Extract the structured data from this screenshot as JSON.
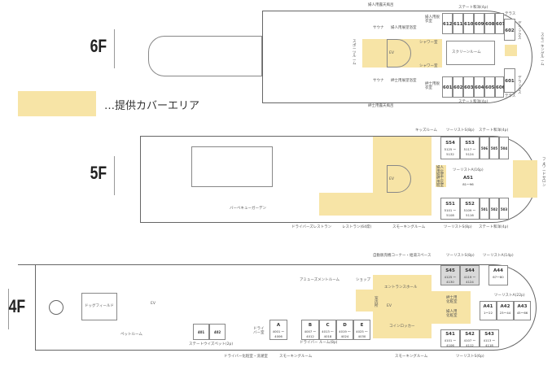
{
  "legend": {
    "label": "…提供カバーエリア",
    "color": "#f7e4a6"
  },
  "floors": {
    "f6": {
      "name": "6F",
      "labels": {
        "ladies_bath": "婦人用露天風呂",
        "mens_bath": "紳士用露天風呂",
        "state_top": "ステート和洋(4p)",
        "state_bottom": "ステート和洋(4p)",
        "ladies_dress": "婦人用脱衣室",
        "mens_dress": "紳士用脱衣室",
        "sauna1": "サウナ",
        "sauna2": "サウナ",
        "ladies_view": "婦人用展望浴室",
        "mens_view": "紳士用展望浴室",
        "shower1": "シャワー室",
        "shower2": "シャワー室",
        "sports": "スポーツルーム",
        "ev": "EV",
        "screen": "スクリーンルーム",
        "deluxe1": "デラックス",
        "deluxe2": "デラックス",
        "terrace1": "テラス",
        "terrace2": "テラス",
        "smoking": "スモーキングルーム"
      },
      "cabins_top": [
        "612",
        "611",
        "610",
        "609",
        "608",
        "607",
        "602"
      ],
      "cabins_bottom": [
        "601",
        "602",
        "603",
        "604",
        "605",
        "606",
        "601"
      ]
    },
    "f5": {
      "name": "5F",
      "labels": {
        "kids": "キッズルーム",
        "tourist_s_top": "ツーリストS(8p)",
        "state_top": "ステート和洋(4p)",
        "tourist_a": "ツーリストA(16p)",
        "ladies_powder": "婦人用化粧室",
        "mens_powder": "紳士用化粧室",
        "ev": "EV",
        "forward_salon": "フォワードサロン",
        "bbq": "バーベキューガーデン",
        "driver_rest": "ドライバーズレストラン",
        "restaurant": "レストラン(64席)",
        "smoking": "スモーキングルーム",
        "tourist_s_bottom": "ツーリストS(8p)",
        "state_bottom": "ステート和洋(4p)"
      },
      "cabins": [
        {
          "id": "S54",
          "range": "5125 〜5132"
        },
        {
          "id": "S53",
          "range": "5117 〜5124"
        },
        {
          "id": "A51",
          "range": "81〜96"
        },
        {
          "id": "S51",
          "range": "5101 〜5108"
        },
        {
          "id": "S52",
          "range": "5109 〜5116"
        }
      ],
      "state_top": [
        "506",
        "505",
        "504"
      ],
      "state_bottom": [
        "501",
        "502",
        "503"
      ]
    },
    "f4": {
      "name": "4F",
      "labels": {
        "vending": "自動販売機コーナー・給湯スペース",
        "tourist_s_top": "ツーリストS(8p)",
        "tourist_a_top": "ツーリストA(14p)",
        "amusement": "アミューズメントルーム",
        "shop": "ショップ",
        "entrance": "エントランスホール",
        "coin": "コインロッカー",
        "mens_powder": "紳士用化粧室",
        "ladies_powder": "婦人用化粧室",
        "tourist_a_mid": "ツーリストA(22p)",
        "ev": "EV",
        "ev2": "EV",
        "dog_field": "ドッグフィールド",
        "pet_room": "ペットルーム",
        "state_pet": "ステートウイズペット(2p)",
        "driver_laundry": "ドライバー化粧室・洗濯室",
        "driver_room": "ドライバー ルーム(8p)",
        "driver_small": "ドライバー室",
        "smoking1": "スモーキングルーム",
        "smoking2": "スモーキングルーム",
        "tourist_s_bottom": "ツーリストS(6p)",
        "front": "案内所"
      },
      "cabins_a_top": [
        {
          "id": "S45",
          "range": "4125 〜4130"
        },
        {
          "id": "S44",
          "range": "4119 〜4124"
        },
        {
          "id": "A44",
          "range": "67〜80"
        }
      ],
      "cabins_a_mid": [
        {
          "id": "A41",
          "range": "1〜22"
        },
        {
          "id": "A42",
          "range": "23〜44"
        },
        {
          "id": "A43",
          "range": "45〜66"
        }
      ],
      "cabins_s_bottom": [
        {
          "id": "S41",
          "range": "4101 〜4106"
        },
        {
          "id": "S42",
          "range": "4107 〜4112"
        },
        {
          "id": "S43",
          "range": "4113 〜4118"
        }
      ],
      "driver_cabins": [
        {
          "id": "A",
          "range": "4001 〜4006"
        },
        {
          "id": "B",
          "range": "4007 〜4012"
        },
        {
          "id": "C",
          "range": "4013 〜4018"
        },
        {
          "id": "D",
          "range": "4019 〜4024"
        },
        {
          "id": "E",
          "range": "4025 〜4030"
        }
      ],
      "pet_cabins": [
        "401",
        "402"
      ]
    }
  }
}
